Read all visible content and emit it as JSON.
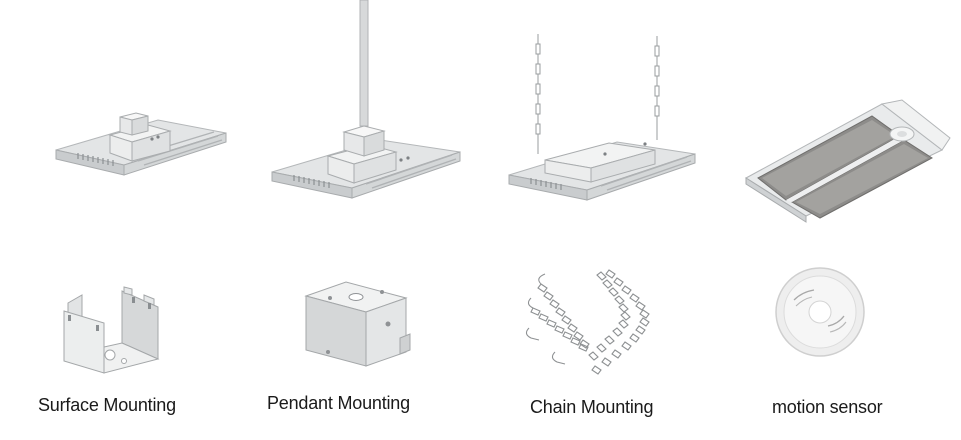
{
  "accessories": [
    {
      "label": "Surface Mounting"
    },
    {
      "label": "Pendant Mounting"
    },
    {
      "label": "Chain Mounting"
    },
    {
      "label": "motion sensor"
    }
  ]
}
